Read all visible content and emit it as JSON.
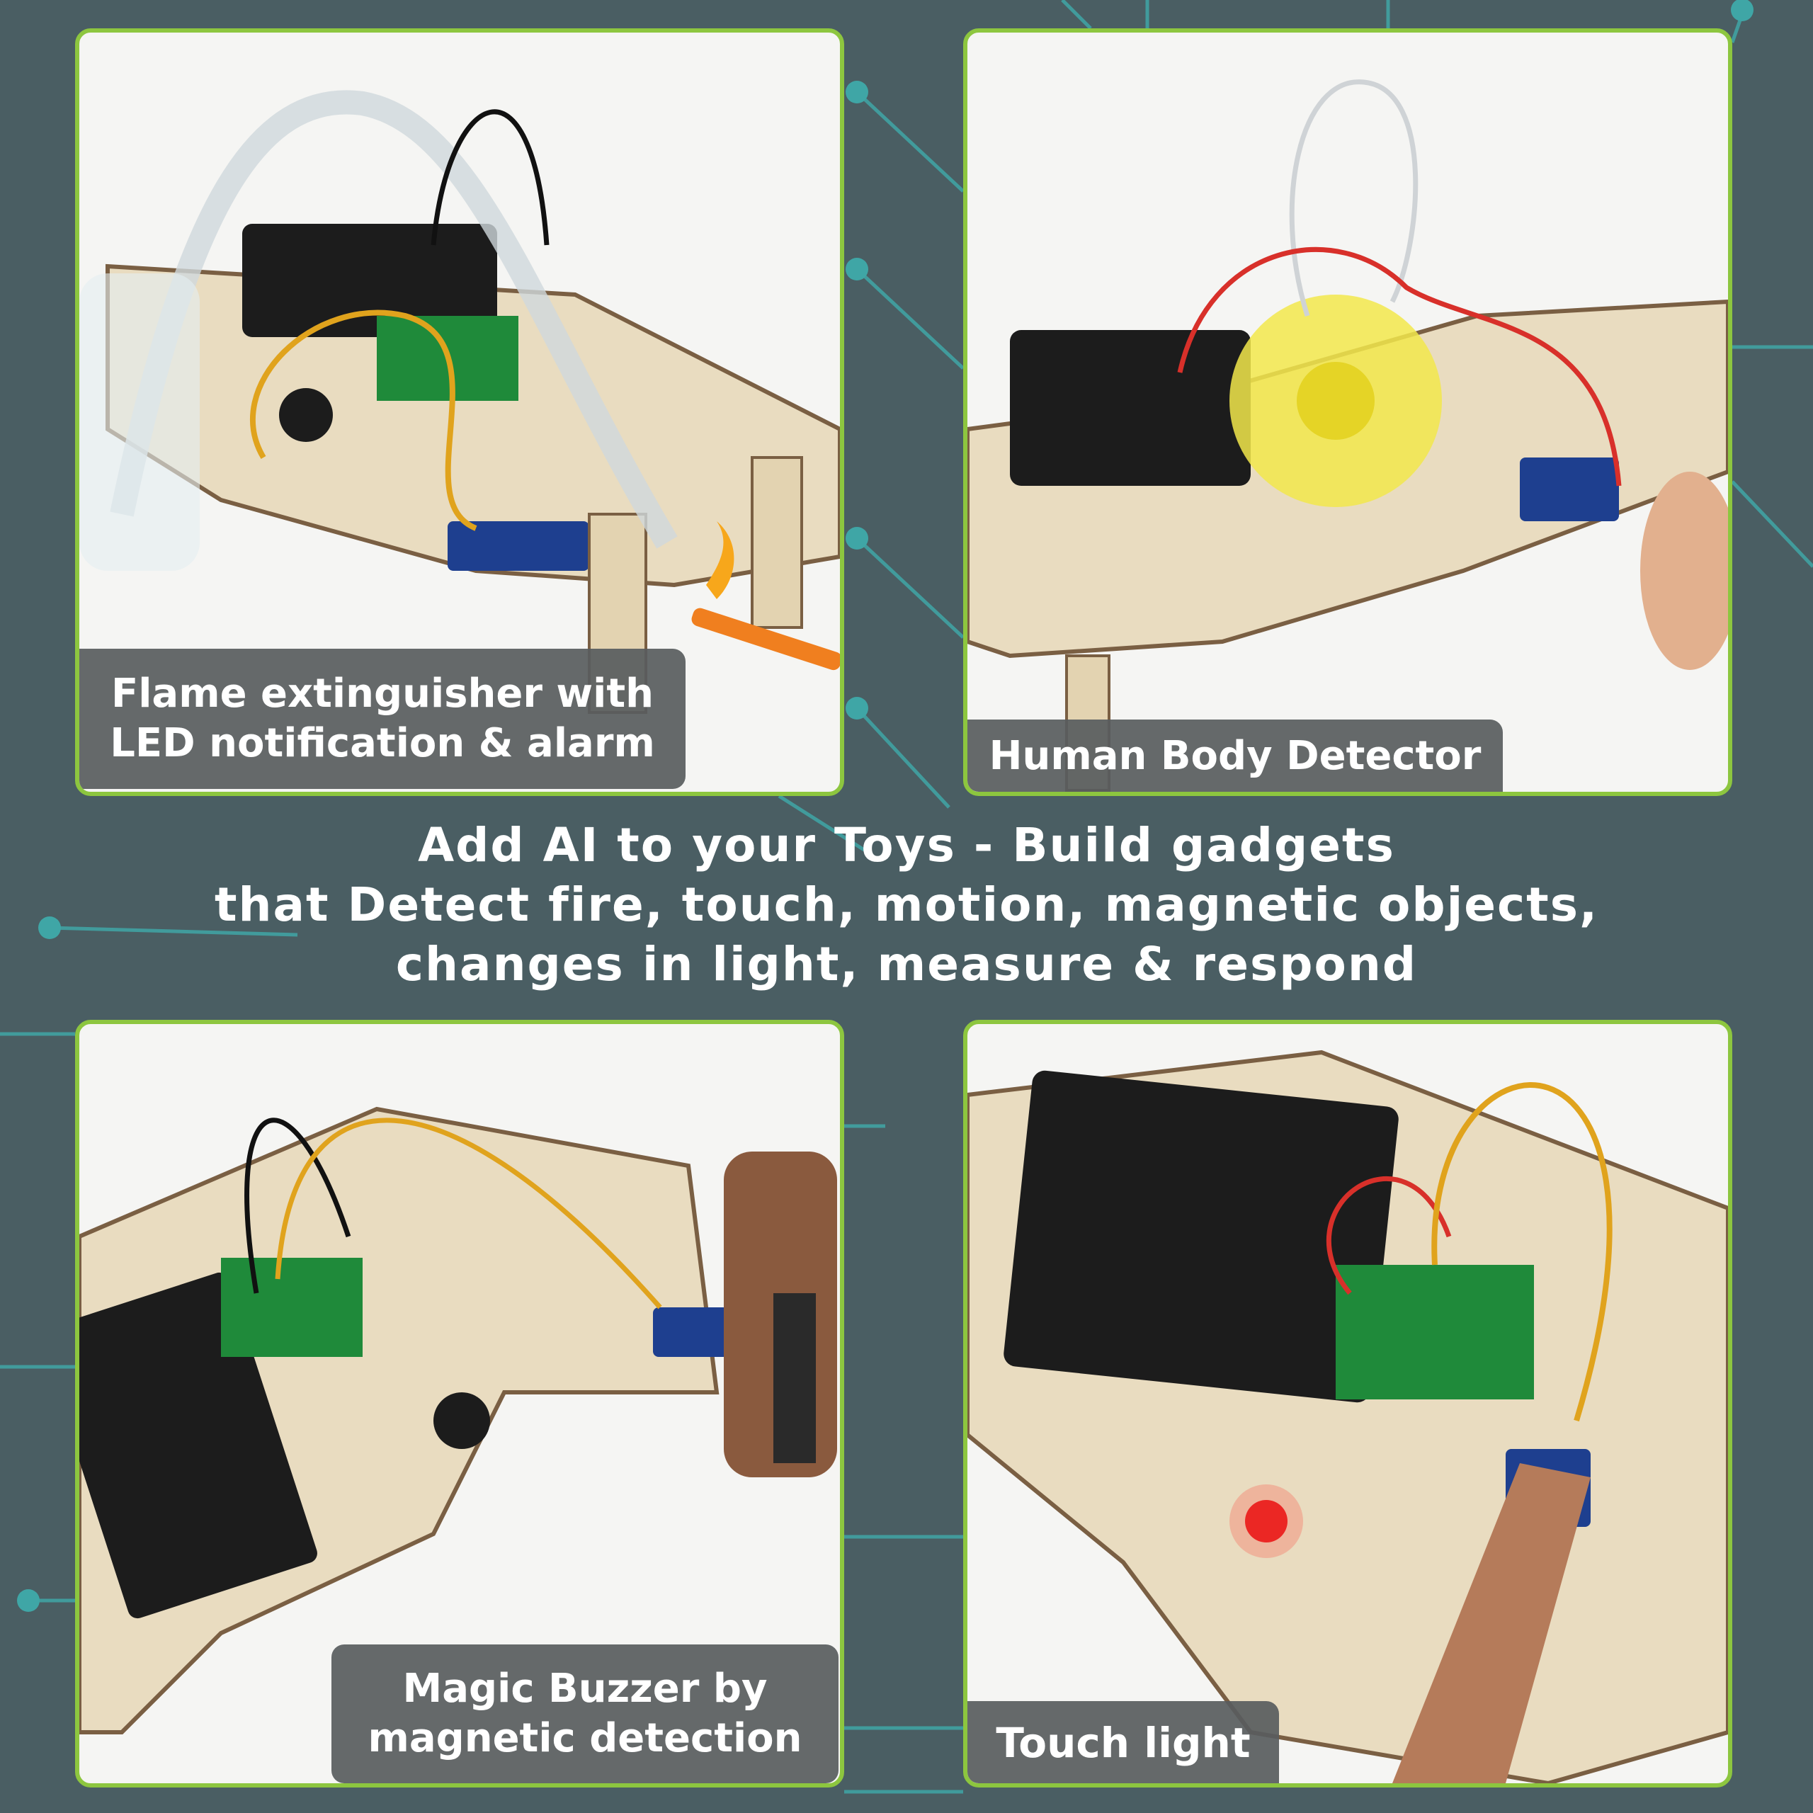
{
  "theme": {
    "background": "#4a5e63",
    "panel_border": "#8dc63f",
    "circuit_line": "#3fa6a6",
    "caption_bg": "#585c5e",
    "text": "#ffffff"
  },
  "panels": [
    {
      "caption_line1": "Flame extinguisher with",
      "caption_line2": "LED notification & alarm"
    },
    {
      "caption_line1": "Human Body Detector"
    },
    {
      "caption_line1": "Magic Buzzer by",
      "caption_line2": "magnetic detection"
    },
    {
      "caption_line1": "Touch light"
    }
  ],
  "tagline": {
    "line1": "Add AI to your Toys - Build gadgets",
    "line2": "that Detect fire, touch, motion, magnetic objects,",
    "line3": "changes in light, measure & respond"
  }
}
